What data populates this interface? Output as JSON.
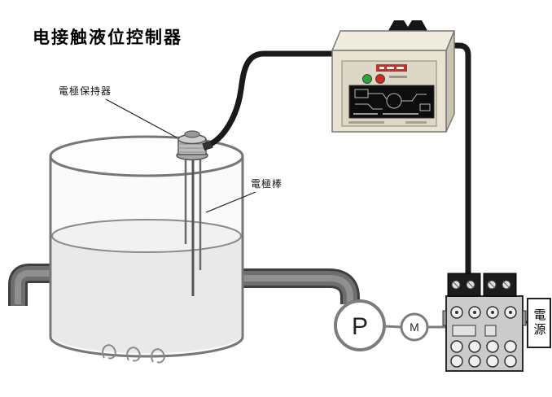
{
  "title": "电接触液位控制器",
  "diagram": {
    "electrode_holder_label": "電極保持器",
    "electrode_rod_label": "電極棒",
    "pump_label": "P",
    "motor_label": "M",
    "power_label": "電源"
  },
  "colors": {
    "cable": "#1a1a1a",
    "pipe_dark": "#4a4a4a",
    "pipe_mid": "#6e6e6e",
    "tank_outline": "#777777",
    "controller_body": "#e8e3d2",
    "controller_top": "#f0ecdd",
    "controller_side": "#c9c4b2",
    "panel_black": "#0d0d0d",
    "led_green": "#2ca53a",
    "led_red": "#cc2a22",
    "brand_red": "#c03228"
  }
}
